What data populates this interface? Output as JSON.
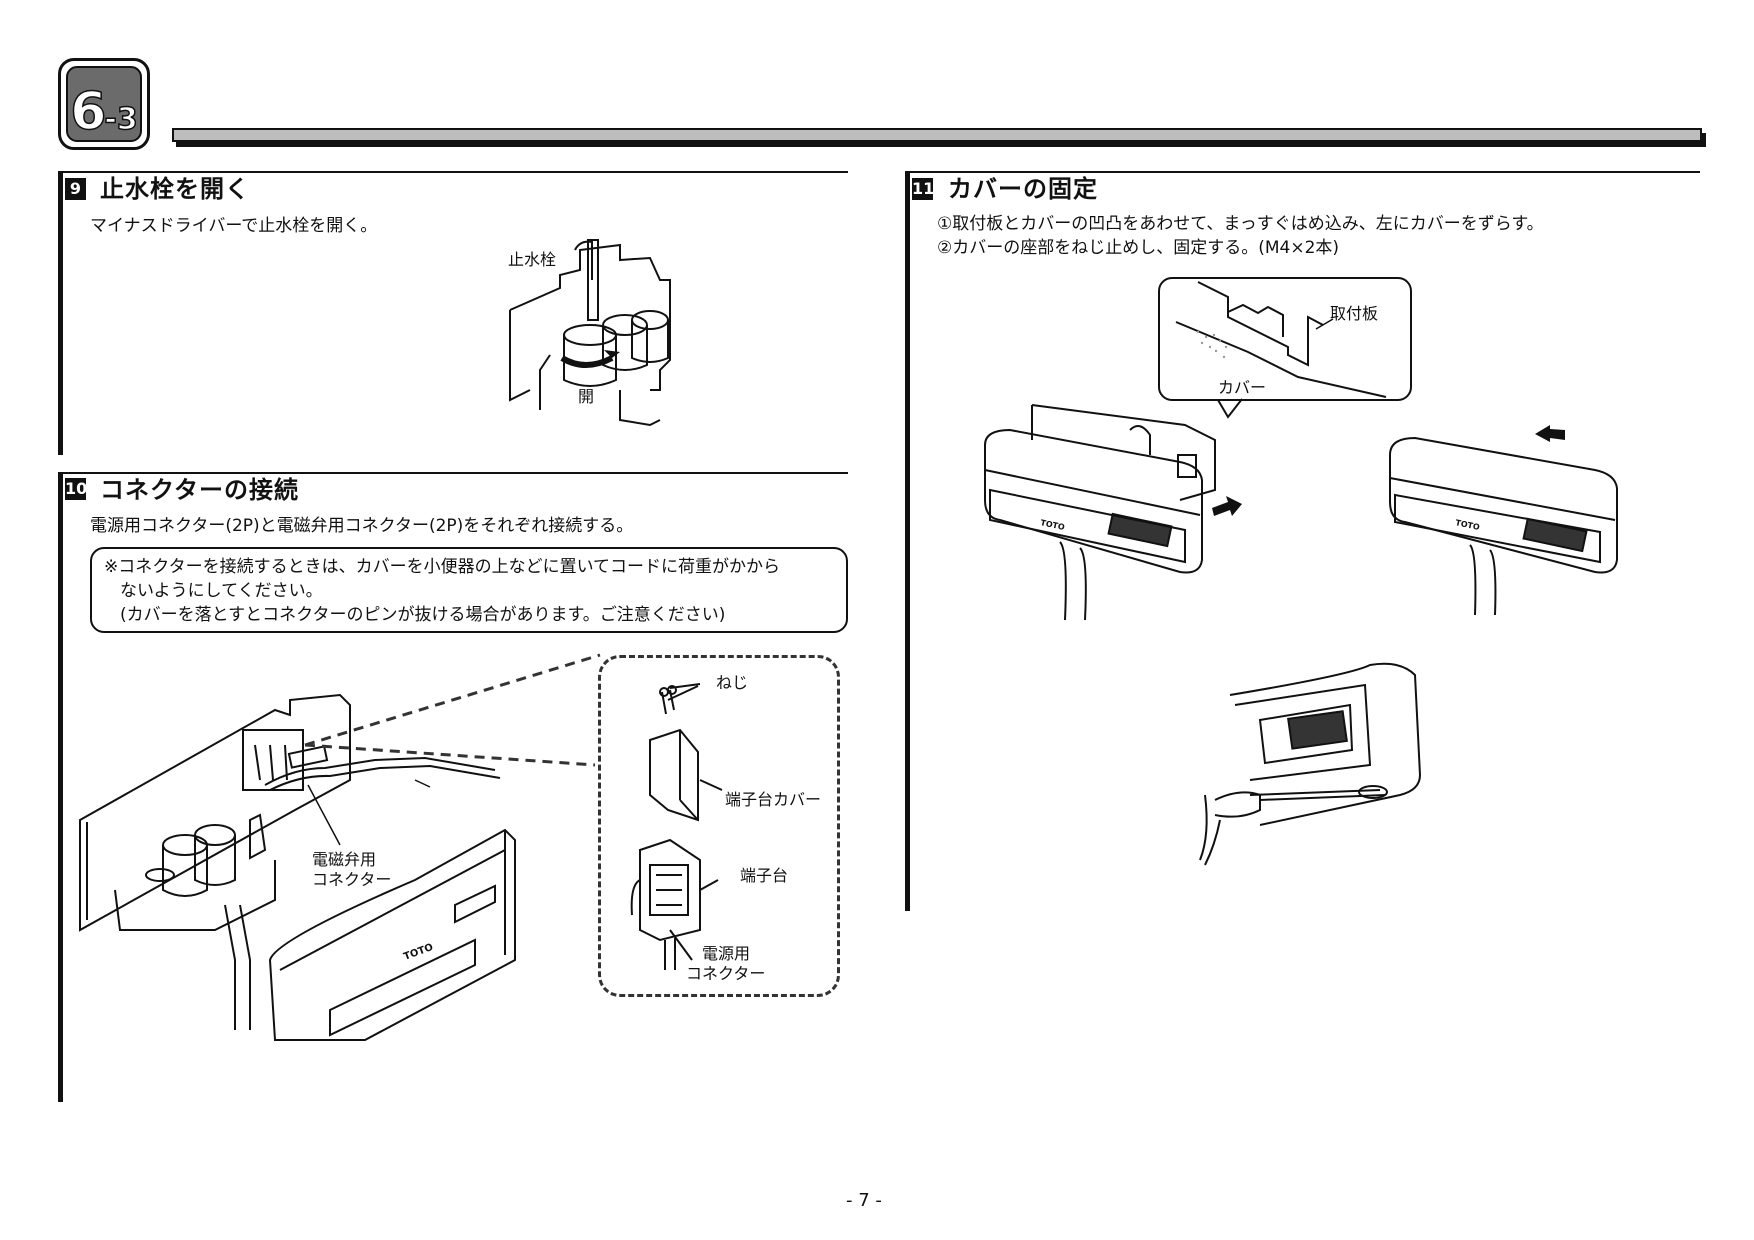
{
  "header": {
    "section_main": "6",
    "section_sub": "-3"
  },
  "sections": [
    {
      "number": "9",
      "title": "止水栓を開く",
      "instruction": "マイナスドライバーで止水栓を開く。",
      "labels": {
        "valve": "止水栓",
        "open": "開"
      }
    },
    {
      "number": "10",
      "title": "コネクターの接続",
      "instruction": "電源用コネクター(2P)と電磁弁用コネクター(2P)をそれぞれ接続する。",
      "note": [
        "※コネクターを接続するときは、カバーを小便器の上などに置いてコードに荷重がかから",
        "ないようにしてください。",
        "(カバーを落とすとコネクターのピンが抜ける場合があります。ご注意ください)"
      ],
      "labels": {
        "solenoid_connector_1": "電磁弁用",
        "solenoid_connector_2": "コネクター",
        "screw": "ねじ",
        "terminal_cover": "端子台カバー",
        "terminal_block": "端子台",
        "power_connector_1": "電源用",
        "power_connector_2": "コネクター",
        "brand": "TOTO"
      }
    },
    {
      "number": "11",
      "title": "カバーの固定",
      "steps": [
        "①取付板とカバーの凹凸をあわせて、まっすぐはめ込み、左にカバーをずらす。",
        "②カバーの座部をねじ止めし、固定する。(M4×2本)"
      ],
      "labels": {
        "mounting_plate": "取付板",
        "cover": "カバー",
        "brand": "TOTO"
      }
    }
  ],
  "footer": {
    "page": "- 7 -"
  }
}
